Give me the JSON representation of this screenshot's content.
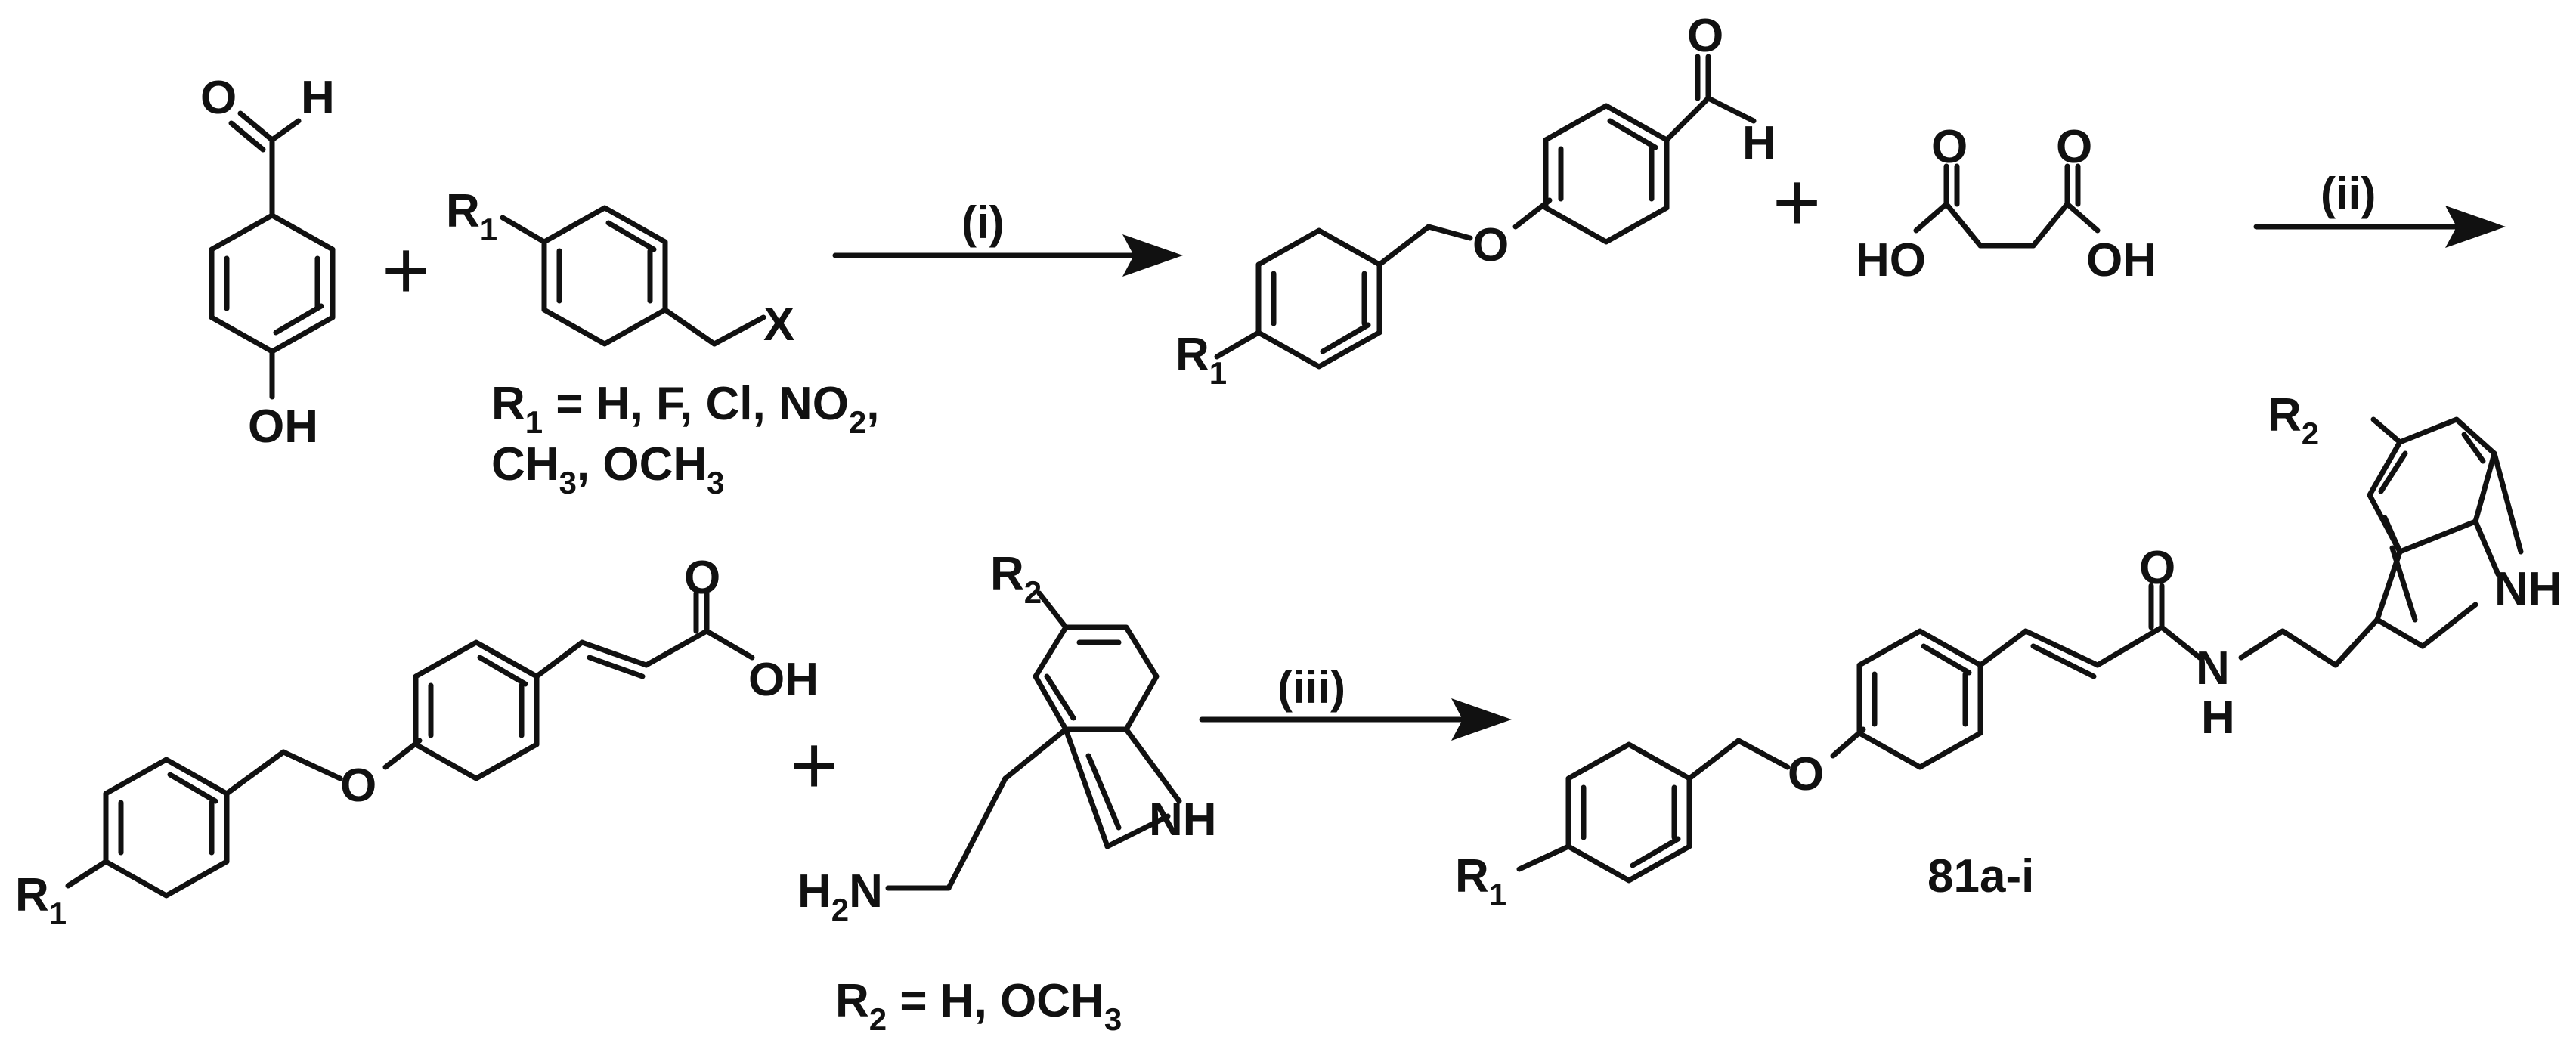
{
  "atoms": {
    "o": "O",
    "h": "H",
    "oh": "OH",
    "ho": "HO",
    "x": "X",
    "nh": "NH",
    "n": "N",
    "r1": "R",
    "r1_sub": "1",
    "r2": "R",
    "r2_sub": "2",
    "h2n": "H",
    "h2n_sub": "2",
    "h2n_n": "N"
  },
  "plus": "+",
  "conditions": {
    "step1": "(i)",
    "step2": "(ii)",
    "step3": "(iii)"
  },
  "substituent_notes": {
    "r1_line1": " = H, F, Cl, NO",
    "r1_line1_sub": "2",
    "r1_line1_end": ",",
    "r1_line2_a": "CH",
    "r1_line2_sub": "3",
    "r1_line2_b": ", OCH",
    "r1_line2_sub2": "3",
    "r2_line_a": " = H, OCH",
    "r2_line_sub": "3"
  },
  "compound_label": "81a-i"
}
